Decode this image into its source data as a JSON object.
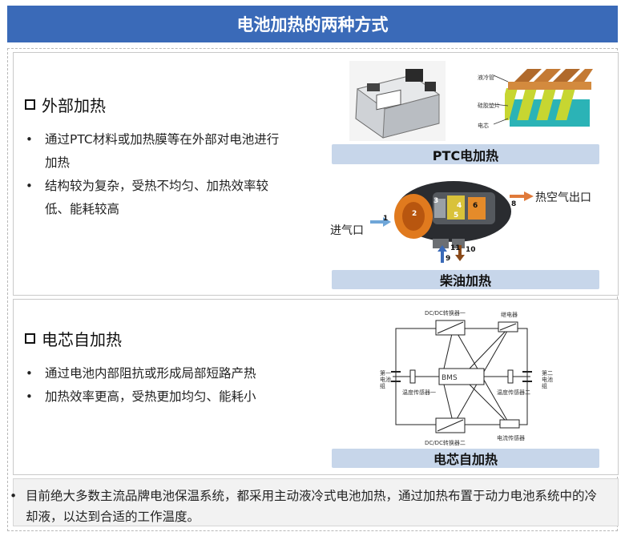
{
  "title": "电池加热的两种方式",
  "section1": {
    "heading": "外部加热",
    "bullets": [
      "通过PTC材料或加热膜等在外部对电池进行加热",
      "结构较为复杂，受热不均匀、加热效率较低、能耗较高"
    ],
    "ptc": {
      "caption": "PTC电加热",
      "labels": [
        "液冷管",
        "硅胶垫片",
        "电芯"
      ]
    },
    "diesel": {
      "caption": "柴油加热",
      "inlet": "进气口",
      "outlet": "热空气出口",
      "numbers": [
        "1",
        "2",
        "3",
        "4",
        "5",
        "6",
        "8",
        "9",
        "10",
        "11"
      ]
    }
  },
  "section2": {
    "heading": "电芯自加热",
    "bullets": [
      "通过电池内部阻抗或形成局部短路产热",
      "加热效率更高，受热更加均匀、能耗小"
    ],
    "diagram": {
      "caption": "电芯自加热",
      "center": "BMS",
      "labels": {
        "dcdc1": "DC/DC转换器一",
        "dcdc2": "DC/DC转换器二",
        "relay": "继电器",
        "battery1": "第一电池组",
        "battery2": "第二电池组",
        "temp1": "温度传感器一",
        "temp2": "温度传感器二",
        "current": "电流传感器"
      }
    }
  },
  "summary": "目前绝大多数主流品牌电池保温系统，都采用主动液冷式电池加热，通过加热布置于动力电池系统中的冷却液，以达到合适的工作温度。"
}
